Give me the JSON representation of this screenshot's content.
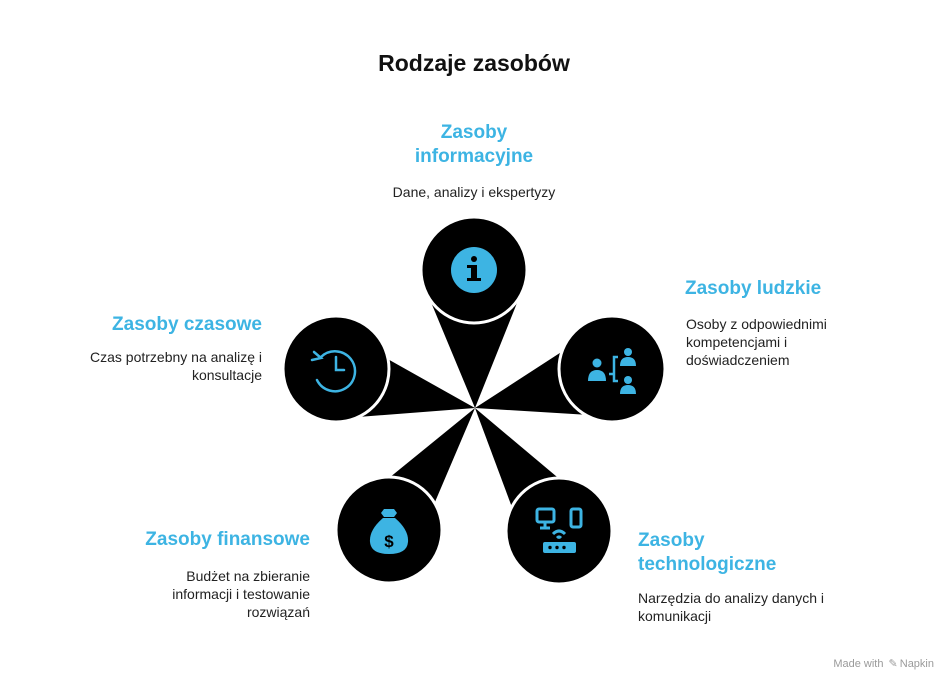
{
  "title": "Rodzaje zasobów",
  "items": [
    {
      "heading_lines": [
        "Zasoby",
        "informacyjne"
      ],
      "description_lines": [
        "Dane, analizy i ekspertyzy"
      ],
      "icon": "info-icon"
    },
    {
      "heading_lines": [
        "Zasoby ludzkie"
      ],
      "description_lines": [
        "Osoby z odpowiednimi",
        "kompetencjami i",
        "doświadczeniem"
      ],
      "icon": "people-network-icon"
    },
    {
      "heading_lines": [
        "Zasoby",
        "technologiczne"
      ],
      "description_lines": [
        "Narzędzia do analizy danych i",
        "komunikacji"
      ],
      "icon": "devices-router-icon"
    },
    {
      "heading_lines": [
        "Zasoby finansowe"
      ],
      "description_lines": [
        "Budżet na zbieranie",
        "informacji i testowanie",
        "rozwiązań"
      ],
      "icon": "money-bag-icon"
    },
    {
      "heading_lines": [
        "Zasoby czasowe"
      ],
      "description_lines": [
        "Czas potrzebny na analizę i",
        "konsultacje"
      ],
      "icon": "clock-history-icon"
    }
  ],
  "footer": {
    "made_with": "Made with",
    "brand": "Napkin"
  },
  "colors": {
    "accent": "#3db4e3",
    "shape": "#000000",
    "text": "#222222"
  }
}
